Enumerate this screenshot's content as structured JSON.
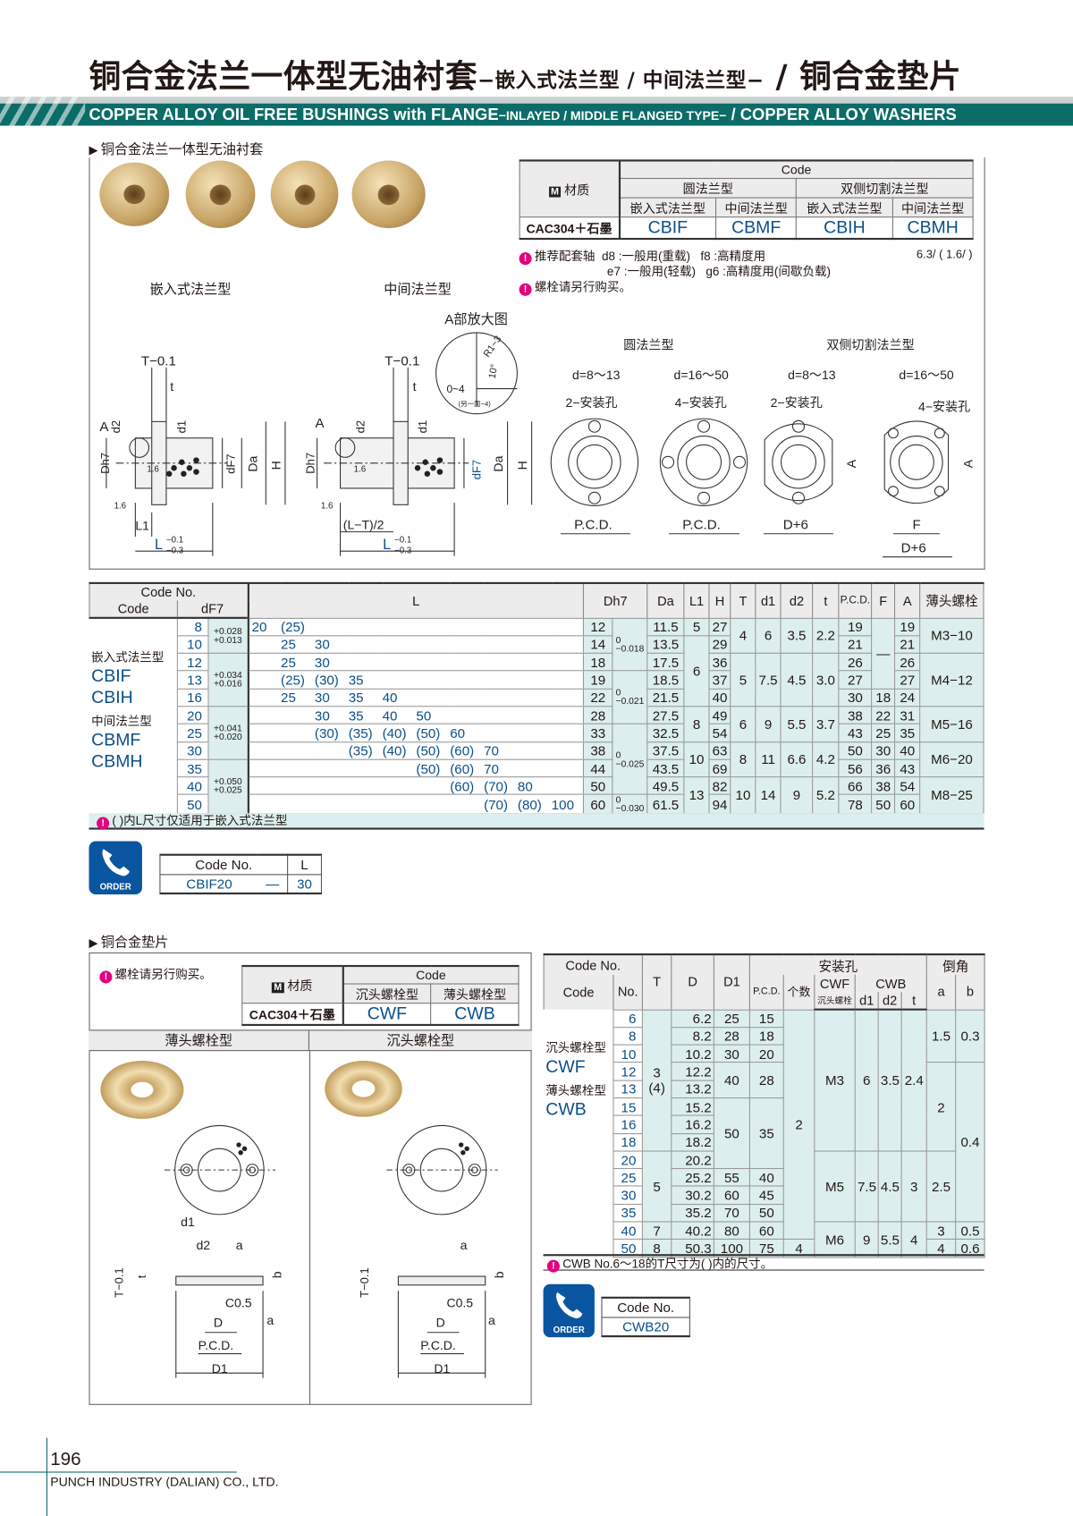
{
  "header": {
    "title_main": "铜合金法兰一体型无油衬套",
    "title_sub": "−嵌入式法兰型 / 中间法兰型−",
    "title_end": " / 铜合金垫片",
    "banner_main": "COPPER ALLOY OIL FREE BUSHINGS with FLANGE",
    "banner_sub": "−INLAYED / MIDDLE FLANGED TYPE−",
    "banner_end": " / COPPER ALLOY WASHERS"
  },
  "section1": {
    "title": "铜合金法兰一体型无油衬套",
    "label_inlayed": "嵌入式法兰型",
    "label_middle": "中间法兰型"
  },
  "material_table1": {
    "m_badge": "M",
    "material_label": "材质",
    "code": "Code",
    "round": "圆法兰型",
    "cut": "双侧切割法兰型",
    "inlayed": "嵌入式法兰型",
    "middle": "中间法兰型",
    "material": "CAC304＋石墨",
    "codes": [
      "CBIF",
      "CBMF",
      "CBIH",
      "CBMH"
    ]
  },
  "notes1": {
    "shaft_label": "推荐配套轴",
    "d8": "d8 :一般用(重载)",
    "f8": "f8  :高精度用",
    "e7": "e7 :一般用(轻载)",
    "g6": "g6 :高精度用(间歇负载)",
    "bolt": "螺栓请另行购买。",
    "roughness": "6.3/ ( 1.6/ )"
  },
  "diagrams": {
    "detail_title": "A部放大图",
    "detail_r": "R1~3",
    "detail_angle": "10°",
    "detail_range": "0~4",
    "detail_note": "(另一面~4)",
    "T_tol": "T−0.1",
    "t": "t",
    "A": "A",
    "d2": "d2",
    "d1": "d1",
    "Dh7": "Dh7",
    "dF7": "dF7",
    "Da": "Da",
    "H": "H",
    "L1": "L1",
    "LT2": "(L−T)/2",
    "L": "L",
    "L_tol_top": "−0.1",
    "L_tol_bot": "−0.3",
    "r16": "1.6",
    "round_title": "圆法兰型",
    "cut_title": "双侧切割法兰型",
    "d_small": "d=8〜13",
    "d_large": "d=16〜50",
    "holes2": "2−安装孔",
    "holes4": "4−安装孔",
    "pcd": "P.C.D.",
    "d6": "D+6",
    "F": "F"
  },
  "main_table": {
    "h_codeno": "Code No.",
    "h_code": "Code",
    "h_dF7": "dF7",
    "h_L": "L",
    "h_Dh7": "Dh7",
    "h_Da": "Da",
    "h_L1": "L1",
    "h_H": "H",
    "h_T": "T",
    "h_d1": "d1",
    "h_d2": "d2",
    "h_t": "t",
    "h_pcd": "P.C.D.",
    "h_F": "F",
    "h_A": "A",
    "h_bolt": "薄头螺栓",
    "code_groups": [
      {
        "cn": "嵌入式法兰型",
        "codes": [
          "CBIF",
          "CBIH"
        ]
      },
      {
        "cn": "中间法兰型",
        "codes": [
          "CBMF",
          "CBMH"
        ]
      }
    ],
    "dF7": [
      "8",
      "10",
      "12",
      "13",
      "16",
      "20",
      "25",
      "30",
      "35",
      "40",
      "50"
    ],
    "dF7_tol": [
      [
        [
          "+0.028",
          "+0.013"
        ],
        2
      ],
      [
        [
          "+0.034",
          "+0.016"
        ],
        3
      ],
      [
        [
          "+0.041",
          "+0.020"
        ],
        3
      ],
      [
        [
          "+0.050",
          "+0.025"
        ],
        3
      ]
    ],
    "L": [
      [
        "20",
        "(25)",
        "",
        "",
        "",
        "",
        "",
        "",
        "",
        ""
      ],
      [
        "",
        "25",
        "30",
        "",
        "",
        "",
        "",
        "",
        "",
        ""
      ],
      [
        "",
        "25",
        "30",
        "",
        "",
        "",
        "",
        "",
        "",
        ""
      ],
      [
        "",
        "(25)",
        "(30)",
        "35",
        "",
        "",
        "",
        "",
        "",
        ""
      ],
      [
        "",
        "25",
        "30",
        "35",
        "40",
        "",
        "",
        "",
        "",
        ""
      ],
      [
        "",
        "",
        "30",
        "35",
        "40",
        "50",
        "",
        "",
        "",
        ""
      ],
      [
        "",
        "",
        "(30)",
        "(35)",
        "(40)",
        "(50)",
        "60",
        "",
        "",
        ""
      ],
      [
        "",
        "",
        "",
        "(35)",
        "(40)",
        "(50)",
        "(60)",
        "70",
        "",
        ""
      ],
      [
        "",
        "",
        "",
        "",
        "",
        "(50)",
        "(60)",
        "70",
        "",
        ""
      ],
      [
        "",
        "",
        "",
        "",
        "",
        "",
        "(60)",
        "(70)",
        "80",
        ""
      ],
      [
        "",
        "",
        "",
        "",
        "",
        "",
        "",
        "(70)",
        "(80)",
        "100"
      ]
    ],
    "Dh7": [
      "12",
      "14",
      "18",
      "19",
      "22",
      "28",
      "33",
      "38",
      "44",
      "50",
      "60"
    ],
    "Dh7_tol": [
      [
        [
          "0",
          "−0.018"
        ],
        3
      ],
      [
        [
          "0",
          "−0.021"
        ],
        3
      ],
      [
        [
          "0",
          "−0.025"
        ],
        4
      ],
      [
        [
          "0",
          "−0.030"
        ],
        1
      ]
    ],
    "Da": [
      "11.5",
      "13.5",
      "17.5",
      "18.5",
      "21.5",
      "27.5",
      "32.5",
      "37.5",
      "43.5",
      "49.5",
      "61.5"
    ],
    "L1": [
      [
        "5",
        1
      ],
      [
        "6",
        4
      ],
      [
        "8",
        2
      ],
      [
        "10",
        2
      ],
      [
        "13",
        2
      ]
    ],
    "H": [
      "27",
      "29",
      "36",
      "37",
      "40",
      "49",
      "54",
      "63",
      "69",
      "82",
      "94"
    ],
    "T": [
      [
        "4",
        2
      ],
      [
        "5",
        3
      ],
      [
        "6",
        2
      ],
      [
        "8",
        2
      ],
      [
        "10",
        2
      ]
    ],
    "d1": [
      [
        "6",
        2
      ],
      [
        "7.5",
        3
      ],
      [
        "9",
        2
      ],
      [
        "11",
        2
      ],
      [
        "14",
        2
      ]
    ],
    "d2": [
      [
        "3.5",
        2
      ],
      [
        "4.5",
        3
      ],
      [
        "5.5",
        2
      ],
      [
        "6.6",
        2
      ],
      [
        "9",
        2
      ]
    ],
    "t": [
      [
        "2.2",
        2
      ],
      [
        "3.0",
        3
      ],
      [
        "3.7",
        2
      ],
      [
        "4.2",
        2
      ],
      [
        "5.2",
        2
      ]
    ],
    "pcd": [
      "19",
      "21",
      "26",
      "27",
      "30",
      "38",
      "43",
      "50",
      "56",
      "66",
      "78"
    ],
    "F": [
      [
        "—",
        4
      ],
      [
        "18",
        1
      ],
      [
        "22",
        1
      ],
      [
        "25",
        1
      ],
      [
        "30",
        1
      ],
      [
        "36",
        1
      ],
      [
        "38",
        1
      ],
      [
        "50",
        1
      ]
    ],
    "A": [
      "19",
      "21",
      "26",
      "27",
      "24",
      "31",
      "35",
      "40",
      "43",
      "54",
      "60"
    ],
    "bolt": [
      [
        "M3−10",
        2
      ],
      [
        "M4−12",
        3
      ],
      [
        "M5−16",
        2
      ],
      [
        "M6−20",
        2
      ],
      [
        "M8−25",
        2
      ]
    ],
    "note": "(   )内L尺寸仅适用于嵌入式法兰型"
  },
  "order1": {
    "icon_label": "ORDER",
    "h_code": "Code No.",
    "h_L": "L",
    "code": "CBIF20",
    "dash": "—",
    "L": "30"
  },
  "section2": {
    "title": "铜合金垫片",
    "bolt_note": "螺栓请另行购买。",
    "thin_head": "薄头螺栓型",
    "countersunk": "沉头螺栓型"
  },
  "material_table2": {
    "m_badge": "M",
    "material_label": "材质",
    "code": "Code",
    "countersunk": "沉头螺栓型",
    "thin": "薄头螺栓型",
    "material": "CAC304＋石墨",
    "codes": [
      "CWF",
      "CWB"
    ]
  },
  "washer_diagrams": {
    "d1": "d1",
    "d2": "d2",
    "a": "a",
    "b": "b",
    "t": "t",
    "T": "T−0.1",
    "c05": "C0.5",
    "D": "D",
    "pcd": "P.C.D.",
    "D1": "D1"
  },
  "washer_table": {
    "h_codeno": "Code No.",
    "h_code": "Code",
    "h_no": "No.",
    "h_T": "T",
    "h_D": "D",
    "h_D1": "D1",
    "h_holes": "安装孔",
    "h_pcd": "P.C.D.",
    "h_count": "个数",
    "h_cwf": "CWF",
    "h_cwb": "CWB",
    "h_cs_bolt": "沉头螺栓",
    "h_d1": "d1",
    "h_d2": "d2",
    "h_t": "t",
    "h_chamfer": "倒角",
    "h_a": "a",
    "h_b": "b",
    "code_groups": [
      {
        "cn": "沉头螺栓型",
        "codes": [
          "CWF"
        ]
      },
      {
        "cn": "薄头螺栓型",
        "codes": [
          "CWB"
        ]
      }
    ],
    "no": [
      "6",
      "8",
      "10",
      "12",
      "13",
      "15",
      "16",
      "18",
      "20",
      "25",
      "30",
      "35",
      "40",
      "50"
    ],
    "T": [
      [
        "3\n(4)",
        8
      ],
      [
        "5",
        4
      ],
      [
        "7",
        1
      ],
      [
        "8",
        1
      ]
    ],
    "D": [
      "6.2",
      "8.2",
      "10.2",
      "12.2",
      "13.2",
      "15.2",
      "16.2",
      "18.2",
      "20.2",
      "25.2",
      "30.2",
      "35.2",
      "40.2",
      "50.3"
    ],
    "D1": [
      [
        "25",
        1
      ],
      [
        "28",
        1
      ],
      [
        "30",
        1
      ],
      [
        "40",
        2
      ],
      [
        "50",
        4
      ],
      [
        "55",
        1
      ],
      [
        "60",
        1
      ],
      [
        "70",
        1
      ],
      [
        "80",
        1
      ],
      [
        "100",
        1
      ]
    ],
    "pcd": [
      [
        "15",
        1
      ],
      [
        "18",
        1
      ],
      [
        "20",
        1
      ],
      [
        "28",
        2
      ],
      [
        "35",
        4
      ],
      [
        "40",
        1
      ],
      [
        "45",
        1
      ],
      [
        "50",
        1
      ],
      [
        "60",
        1
      ],
      [
        "75",
        1
      ]
    ],
    "count": [
      [
        "2",
        13
      ],
      [
        "4",
        1
      ]
    ],
    "cwf": [
      [
        "M3",
        8
      ],
      [
        "M5",
        4
      ],
      [
        "M6",
        2
      ]
    ],
    "d1": [
      [
        "6",
        8
      ],
      [
        "7.5",
        4
      ],
      [
        "9",
        2
      ]
    ],
    "d2": [
      [
        "3.5",
        8
      ],
      [
        "4.5",
        4
      ],
      [
        "5.5",
        2
      ]
    ],
    "t": [
      [
        "2.4",
        8
      ],
      [
        "3",
        4
      ],
      [
        "4",
        2
      ]
    ],
    "a": [
      [
        "1.5",
        3
      ],
      [
        "2",
        5
      ],
      [
        "2.5",
        4
      ],
      [
        "3",
        1
      ],
      [
        "4",
        1
      ]
    ],
    "b": [
      [
        "0.3",
        3
      ],
      [
        "0.4",
        9
      ],
      [
        "0.5",
        1
      ],
      [
        "0.6",
        1
      ]
    ],
    "note": "CWB No.6〜18的T尺寸为(   )内的尺寸。"
  },
  "order2": {
    "icon_label": "ORDER",
    "h_code": "Code No.",
    "code": "CWB20"
  },
  "footer": {
    "page": "196",
    "company": "PUNCH INDUSTRY (DALIAN) CO., LTD."
  },
  "colors": {
    "teal": "#0b6c68",
    "blue": "#0a4f8a",
    "cyan": "#dcefee",
    "pink": "#e4007f"
  }
}
